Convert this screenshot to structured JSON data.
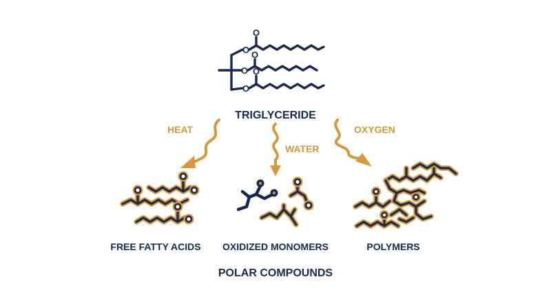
{
  "labels": {
    "triglyceride": "TRIGLYCERIDE",
    "heat": "HEAT",
    "water": "WATER",
    "oxygen": "OXYGEN",
    "free_fatty_acids": "FREE FATTY ACIDS",
    "oxidized_monomers": "OXIDIZED MONOMERS",
    "polymers": "POLYMERS",
    "polar_compounds": "POLAR COMPOUNDS",
    "oxygen_atom": "O"
  },
  "colors": {
    "navy": "#17294f",
    "gold": "#d4993c",
    "background": "#ffffff"
  }
}
